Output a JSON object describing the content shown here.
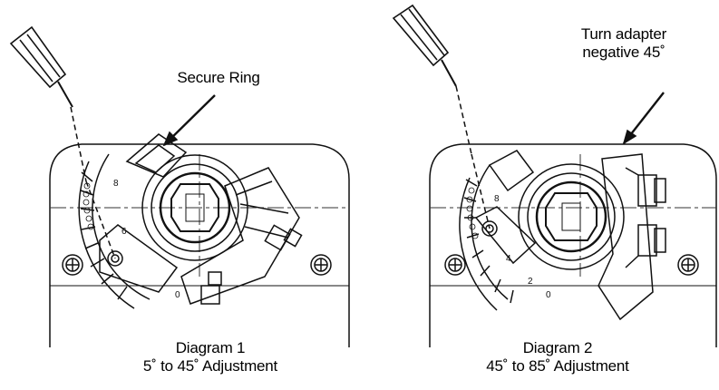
{
  "diagrams": [
    {
      "title": "Diagram 1",
      "subtitle": "5˚ to 45˚ Adjustment",
      "callout": "Secure Ring",
      "scale_labels": [
        "8",
        "6",
        "0"
      ]
    },
    {
      "title": "Diagram 2",
      "subtitle": "45˚ to 85˚ Adjustment",
      "callout_line1": "Turn adapter",
      "callout_line2": "negative 45˚",
      "scale_labels": [
        "8",
        "4",
        "2",
        "0"
      ]
    }
  ],
  "icons": [
    "screwdriver-icon",
    "mounting-screw-icon",
    "adapter-clamp-icon",
    "secure-ring-icon"
  ]
}
